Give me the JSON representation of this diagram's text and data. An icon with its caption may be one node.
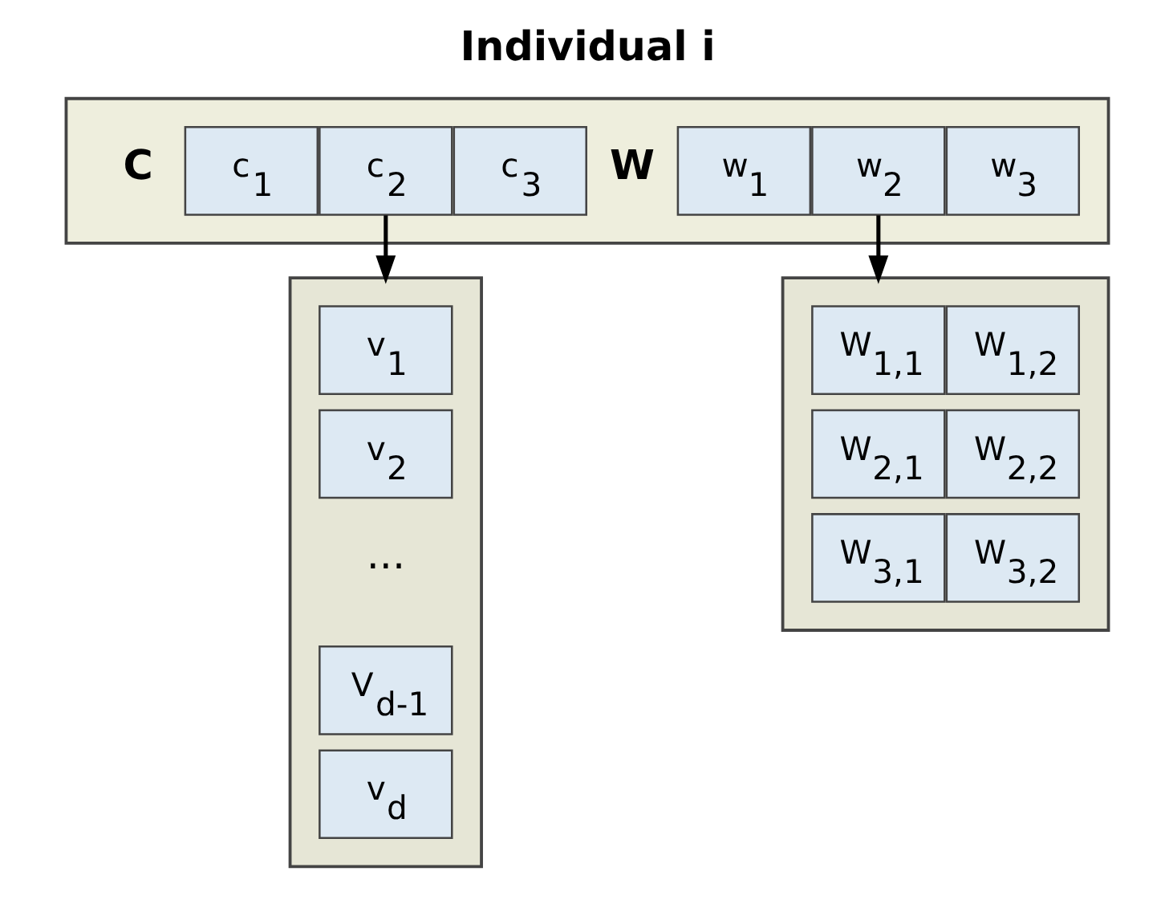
{
  "diagram": {
    "title": "Individual i",
    "nodes": [
      {
        "text": [],
        "shape": "box"
      },
      {
        "text": [
          "c$_{1}$"
        ],
        "in": 0
      },
      {
        "text": [
          "c$_{2}$"
        ],
        "in": 0
      },
      {
        "text": [
          "c$_{3}$"
        ],
        "in": 0
      },
      {
        "text": [
          "w$_{1}$"
        ],
        "in": 0
      },
      {
        "text": [
          "w$_{2}$"
        ],
        "in": 0
      },
      {
        "text": [
          "w$_{3}$"
        ],
        "in": 0
      },
      {
        "text": [],
        "shape": "box"
      },
      {
        "text": [
          "v$_{1}$"
        ],
        "in": 7
      },
      {
        "text": [
          "v$_{2}$"
        ],
        "in": 7
      },
      {
        "text": [
          "V$_{d-1}$"
        ],
        "in": 7
      },
      {
        "text": [
          "v$_{d}$"
        ],
        "in": 7
      },
      {
        "text": [],
        "shape": "box"
      },
      {
        "text": [
          "W$_{1,1}$"
        ],
        "in": 12
      },
      {
        "text": [
          "W$_{1,2}$"
        ],
        "in": 12
      },
      {
        "text": [
          "W$_{2,1}$"
        ],
        "in": 12
      },
      {
        "text": [
          "W$_{2,2}$"
        ],
        "in": 12
      },
      {
        "text": [
          "W$_{3,1}$"
        ],
        "in": 12
      },
      {
        "text": [
          "W$_{3,2}$"
        ],
        "in": 12
      }
    ],
    "edges": [
      {
        "from": 2,
        "to": 7,
        "arrow": "to"
      },
      {
        "from": 5,
        "to": 12,
        "arrow": "to"
      }
    ],
    "labels": [
      "C",
      "W",
      "..."
    ]
  }
}
